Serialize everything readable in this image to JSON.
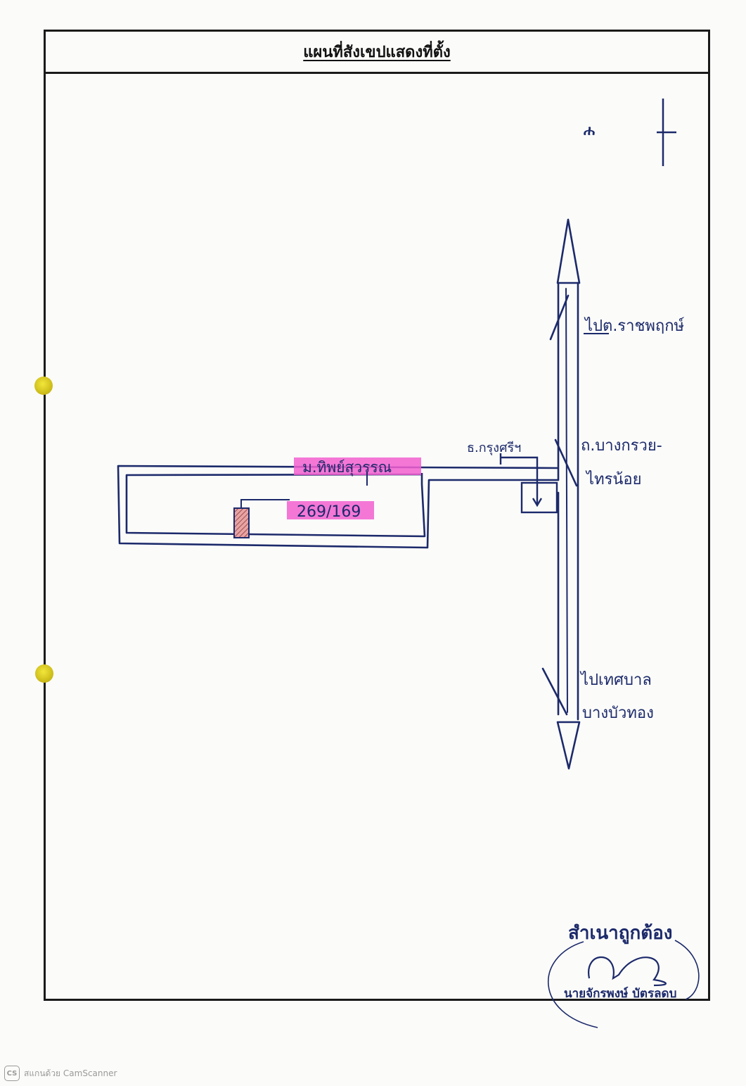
{
  "document": {
    "title": "แผนที่สังเขปแสดงที่ตั้ง"
  },
  "map": {
    "north_symbol": "ሐ",
    "labels": {
      "to_north": "ไปต.ราชพฤกษ์",
      "main_road_line1": "ถ.บางกรวย-",
      "main_road_line2": "ไทรน้อย",
      "bank": "ธ.กรุงศรีฯ",
      "village": "ม.ทิพย์สุวรรณ",
      "house_number": "269/169",
      "to_south_line1": "ไปเทศบาล",
      "to_south_line2": "บางบัวทอง"
    },
    "colors": {
      "ink": "#1c2a6b",
      "highlight": "#f25fd0",
      "house_fill": "#e9a3a3"
    }
  },
  "stamp": {
    "certified_text": "สำเนาถูกต้อง",
    "signer_name": "นายจักรพงษ์ บัตรลดบ"
  },
  "watermark": {
    "logo": "CS",
    "text": "สแกนด้วย CamScanner"
  }
}
